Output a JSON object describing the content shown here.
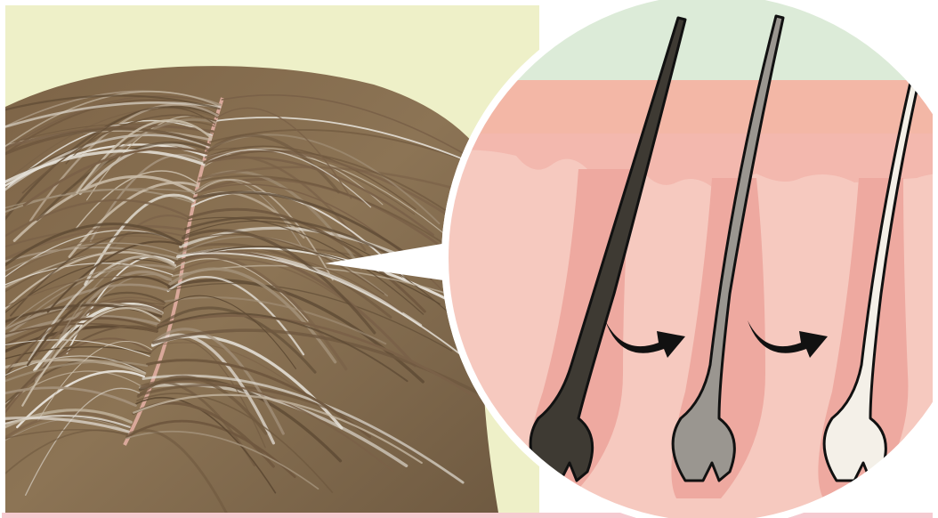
{
  "illustration": {
    "scalp_panel": {
      "hair_color": "#8a7153",
      "hair_highlight": "#c9bca8",
      "gray_strand": "#e4dfd6",
      "skin_color": "#f2c6b3",
      "background_color": "#eef0c8"
    },
    "magnified_view": {
      "background_color": "#dcebd8",
      "skin_top_color": "#f3b7a6",
      "skin_color": "#f6c9bf",
      "follicle_color": "#eea9a0",
      "outline_color": "#ffffff",
      "hairs": [
        {
          "name": "dark-hair",
          "fill": "#3e3a33"
        },
        {
          "name": "gray-hair",
          "fill": "#9a9690"
        },
        {
          "name": "white-hair",
          "fill": "#f4f0e8"
        }
      ],
      "arrows": [
        {
          "name": "arrow-dark-to-gray",
          "icon": "curved-arrow-right-icon"
        },
        {
          "name": "arrow-gray-to-white",
          "icon": "curved-arrow-right-icon"
        }
      ]
    },
    "frame_border_color": "#f6c9d0"
  }
}
